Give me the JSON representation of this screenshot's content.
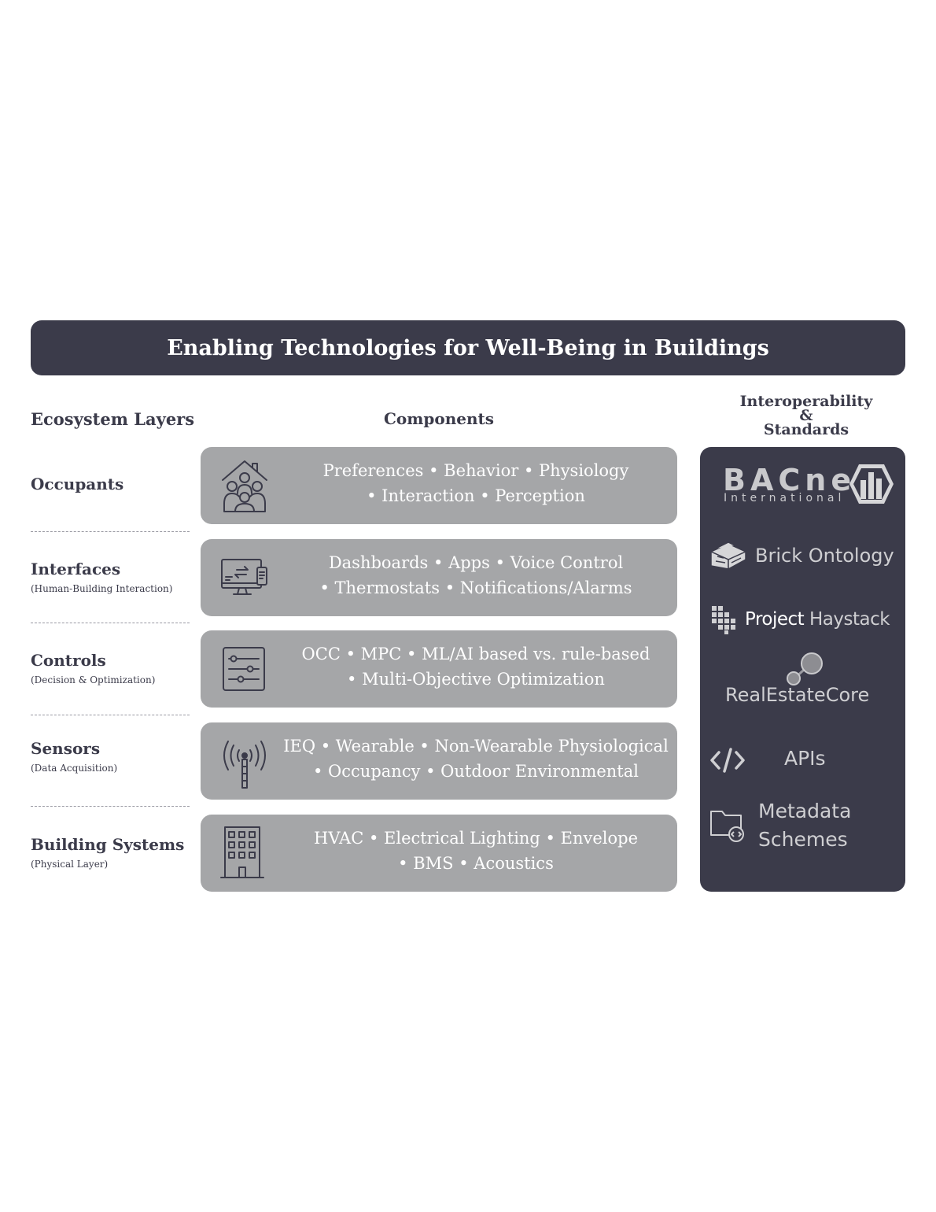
{
  "title": "Enabling Technologies for Well-Being in Buildings",
  "headers": {
    "layers": "Ecosystem Layers",
    "components": "Components",
    "interop_line1": "Interoperability",
    "interop_line2": "&",
    "interop_line3": "Standards"
  },
  "layers": [
    {
      "name": "Occupants",
      "sub": "",
      "icon": "occupants-group-house-icon",
      "line1": "Preferences • Behavior • Physiology",
      "line2": "• Interaction • Perception"
    },
    {
      "name": "Interfaces",
      "sub": "(Human-Building Interaction)",
      "icon": "monitor-phone-icon",
      "line1": "Dashboards • Apps • Voice Control",
      "line2": "• Thermostats • Notifications/Alarms"
    },
    {
      "name": "Controls",
      "sub": "(Decision & Optimization)",
      "icon": "sliders-icon",
      "line1": "OCC • MPC • ML/AI based vs. rule-based",
      "line2": "• Multi-Objective Optimization"
    },
    {
      "name": "Sensors",
      "sub": "(Data Acquisition)",
      "icon": "antenna-signal-icon",
      "line1": "IEQ • Wearable • Non-Wearable Physiological",
      "line2": "• Occupancy • Outdoor Environmental"
    },
    {
      "name": "Building Systems",
      "sub": "(Physical Layer)",
      "icon": "building-icon",
      "line1": "HVAC • Electrical Lighting • Envelope",
      "line2": "• BMS • Acoustics"
    }
  ],
  "standards": {
    "bacnet_main": "BACnet",
    "bacnet_sub": "International",
    "brick": "Brick Ontology",
    "haystack_a": "Project",
    "haystack_b": "Haystack",
    "rec": "RealEstateCore",
    "apis": "APIs",
    "metadata_line1": "Metadata",
    "metadata_line2": "Schemes"
  },
  "colors": {
    "dark": "#3b3b4a",
    "card": "#a5a6a8",
    "panel_text": "#cfcfd2"
  }
}
